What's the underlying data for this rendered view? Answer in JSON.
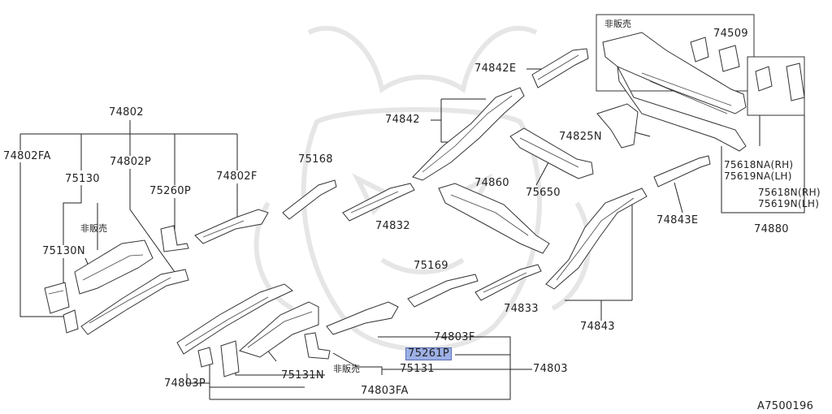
{
  "diagram_id": "A7500196",
  "labels": {
    "l74802": "74802",
    "l74802FA": "74802FA",
    "l75130": "75130",
    "l74802P": "74802P",
    "l75260P": "75260P",
    "l74802F": "74802F",
    "l75168": "75168",
    "l74832": "74832",
    "l74842E": "74842E",
    "l74842": "74842",
    "l74860": "74860",
    "l75650": "75650",
    "l74825N": "74825N",
    "l74509": "74509",
    "l75618NA": "75618NA(RH)",
    "l75619NA": "75619NA(LH)",
    "l75618N": "75618N(RH)",
    "l75619N": "75619N(LH)",
    "l74880": "74880",
    "l74843E": "74843E",
    "l74843": "74843",
    "l74833": "74833",
    "l75169": "75169",
    "l75130N": "75130N",
    "l74803F": "74803F",
    "l75261P": "75261P",
    "l74803": "74803",
    "l75131": "75131",
    "l75131N": "75131N",
    "l74803P": "74803P",
    "l74803FA": "74803FA",
    "nfs1": "非販売",
    "nfs2": "非販売",
    "nfs3": "非販売"
  }
}
